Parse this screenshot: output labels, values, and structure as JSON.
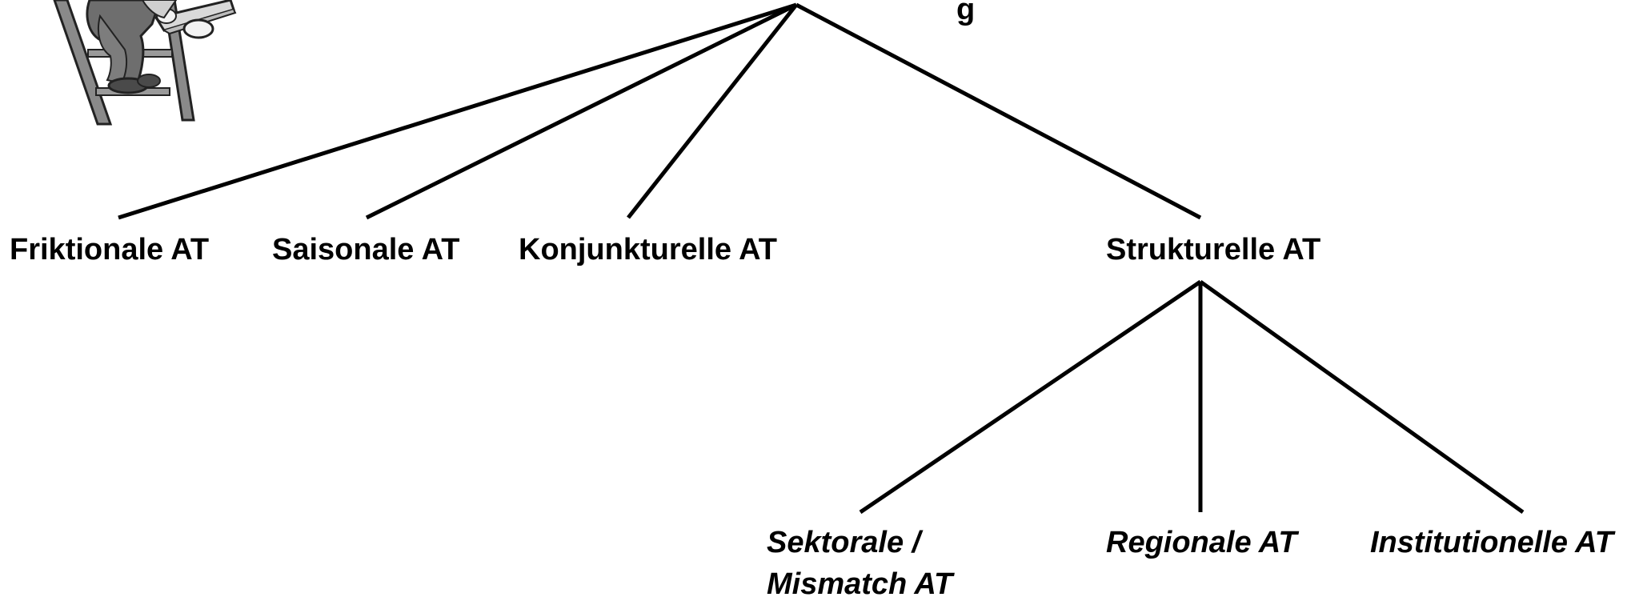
{
  "nodes": {
    "root_partial": "g",
    "level1": [
      {
        "id": "friktional",
        "label": "Friktionale AT"
      },
      {
        "id": "saisonal",
        "label": "Saisonale AT"
      },
      {
        "id": "konjunkturell",
        "label": "Konjunkturelle AT"
      },
      {
        "id": "strukturell",
        "label": "Strukturelle AT"
      }
    ],
    "level2": [
      {
        "id": "sektoral",
        "label_line1": "Sektorale /",
        "label_line2": "Mismatch AT"
      },
      {
        "id": "regional",
        "label": "Regionale AT"
      },
      {
        "id": "institutionell",
        "label": "Institutionelle AT"
      }
    ]
  },
  "colors": {
    "line": "#000000",
    "text": "#000000",
    "background": "#ffffff"
  },
  "icons": {
    "clipart": "person-reading-on-ladder-icon"
  }
}
